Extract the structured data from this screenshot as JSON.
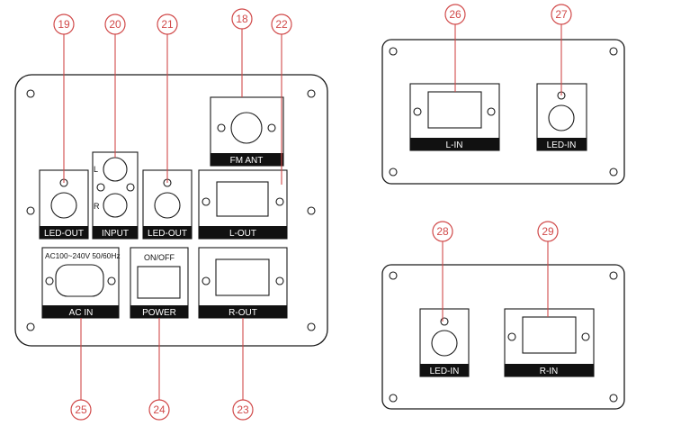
{
  "labels": {
    "led_out_1": "LED-OUT",
    "input": "INPUT",
    "input_l": "L",
    "input_r": "R",
    "led_out_2": "LED-OUT",
    "fm_ant": "FM ANT",
    "l_out": "L-OUT",
    "ac_spec": "AC100~240V 50/60Hz",
    "ac_in": "AC IN",
    "on_off": "ON/OFF",
    "power": "POWER",
    "r_out": "R-OUT",
    "l_in": "L-IN",
    "led_in_1": "LED-IN",
    "led_in_2": "LED-IN",
    "r_in": "R-IN"
  },
  "callouts": {
    "c18": "18",
    "c19": "19",
    "c20": "20",
    "c21": "21",
    "c22": "22",
    "c23": "23",
    "c24": "24",
    "c25": "25",
    "c26": "26",
    "c27": "27",
    "c28": "28",
    "c29": "29"
  },
  "colors": {
    "callout": "#d14a4a",
    "outline": "#1a1a1a",
    "label_bar": "#111111"
  }
}
